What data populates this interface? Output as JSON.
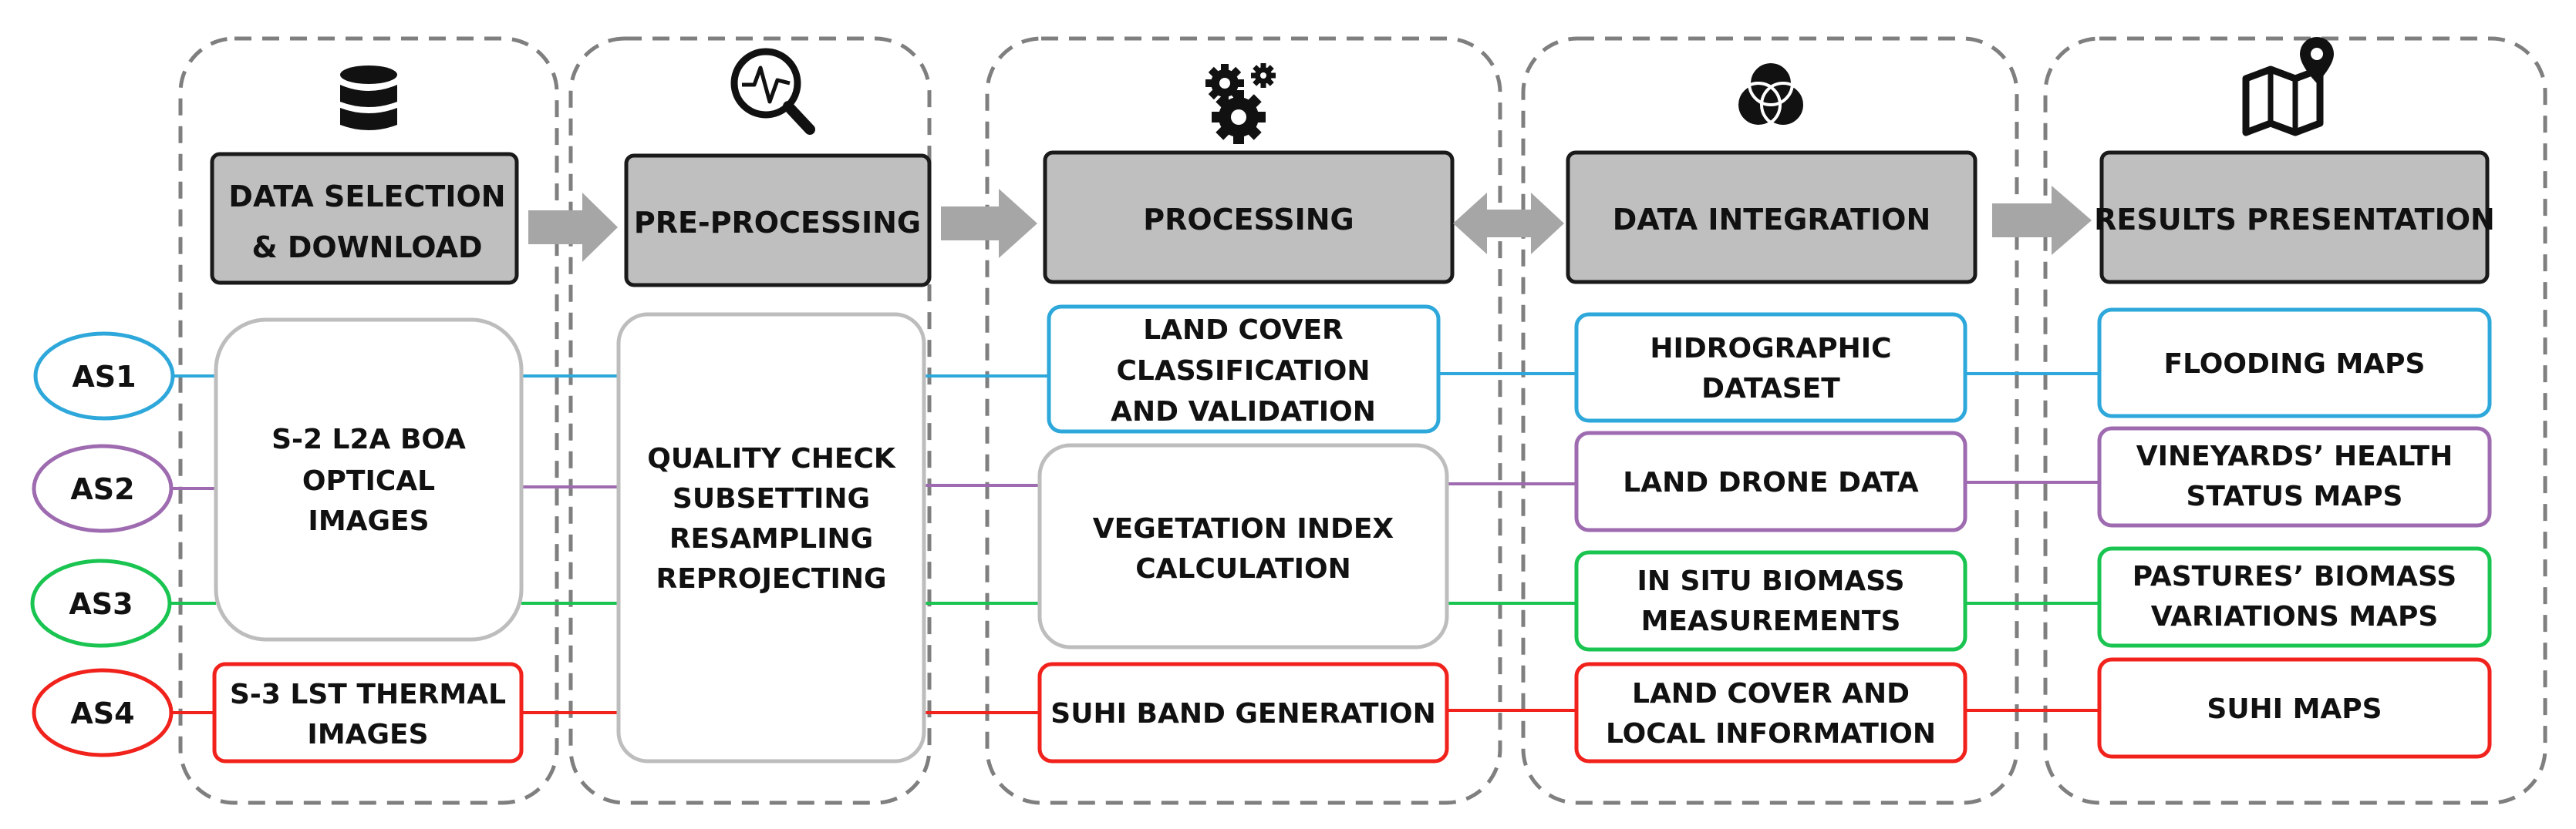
{
  "stages": [
    {
      "header": [
        "DATA SELECTION",
        "& DOWNLOAD"
      ],
      "icon": "database-icon"
    },
    {
      "header": [
        "PRE-PROCESSING"
      ],
      "icon": "magnifier-pulse-icon"
    },
    {
      "header": [
        "PROCESSING"
      ],
      "icon": "gears-icon"
    },
    {
      "header": [
        "DATA INTEGRATION"
      ],
      "icon": "overlapping-circles-icon"
    },
    {
      "header": [
        "RESULTS PRESENTATION"
      ],
      "icon": "map-pin-icon"
    }
  ],
  "activities": [
    {
      "label": "AS1",
      "color": "#2ea8da"
    },
    {
      "label": "AS2",
      "color": "#9e6bb0"
    },
    {
      "label": "AS3",
      "color": "#19c450"
    },
    {
      "label": "AS4",
      "color": "#f0221b"
    }
  ],
  "boxes": {
    "s2_optical": [
      "S-2 L2A BOA",
      "OPTICAL",
      "IMAGES"
    ],
    "s3_thermal": [
      "S-3 LST THERMAL",
      "IMAGES"
    ],
    "preprocessing": [
      "QUALITY CHECK",
      "SUBSETTING",
      "RESAMPLING",
      "REPROJECTING"
    ],
    "land_cover_classification": [
      "LAND COVER",
      "CLASSIFICATION",
      "AND VALIDATION"
    ],
    "vegetation_index": [
      "VEGETATION INDEX",
      "CALCULATION"
    ],
    "suhi_band": [
      "SUHI BAND GENERATION"
    ],
    "hidrographic": [
      "HIDROGRAPHIC",
      "DATASET"
    ],
    "land_drone": [
      "LAND DRONE DATA"
    ],
    "in_situ_biomass": [
      "IN SITU BIOMASS",
      "MEASUREMENTS"
    ],
    "land_cover_local": [
      "LAND COVER AND",
      "LOCAL INFORMATION"
    ],
    "flooding_maps": [
      "FLOODING MAPS"
    ],
    "vineyards_maps": [
      "VINEYARDS’ HEALTH",
      "STATUS MAPS"
    ],
    "pastures_maps": [
      "PASTURES’ BIOMASS",
      "VARIATIONS MAPS"
    ],
    "suhi_maps": [
      "SUHI MAPS"
    ]
  },
  "colors": {
    "header_fill": "#bfbfbf",
    "arrow_fill": "#a6a6a6",
    "stage_border": "#7f7f7f",
    "neutral_box_border": "#bdbdbd"
  }
}
